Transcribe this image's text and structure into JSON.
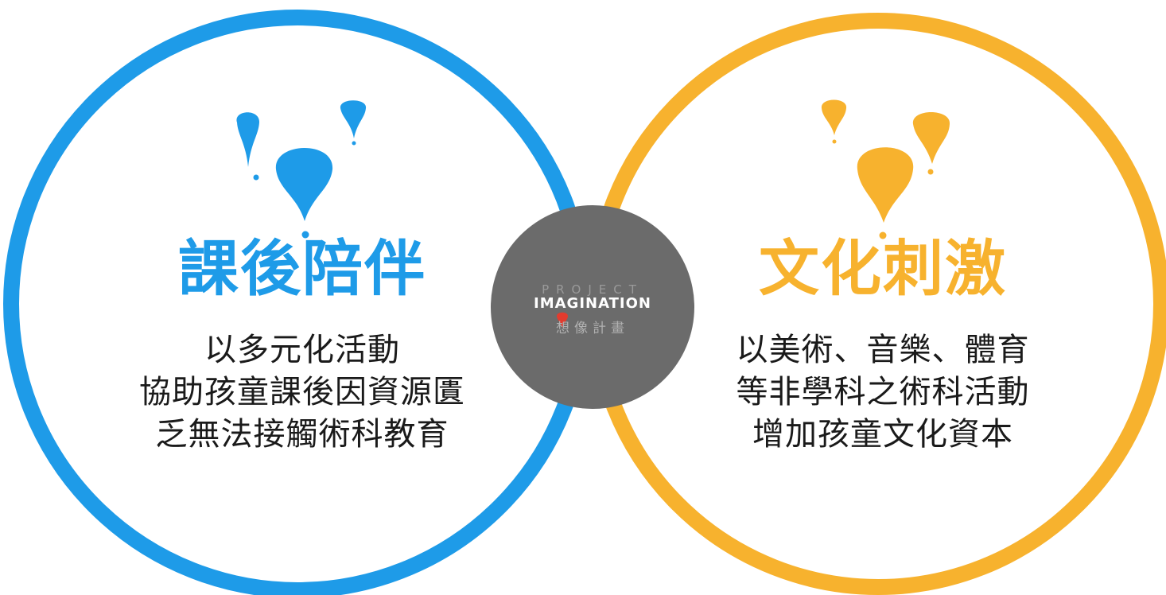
{
  "colors": {
    "left_accent": "#1e9be8",
    "right_accent": "#f7b22e",
    "logo_disc": "#6b6b6b"
  },
  "left": {
    "title": "課後陪伴",
    "lines": [
      "以多元化活動",
      "協助孩童課後因資源匱",
      "乏無法接觸術科教育"
    ],
    "icon": "balloons-icon"
  },
  "right": {
    "title": "文化刺激",
    "lines": [
      "以美術、音樂、體育",
      "等非學科之術科活動",
      "增加孩童文化資本"
    ],
    "icon": "balloons-icon"
  },
  "logo": {
    "top": "PROJECT",
    "main": "IMAGINATION",
    "sub": "想像計畫"
  }
}
